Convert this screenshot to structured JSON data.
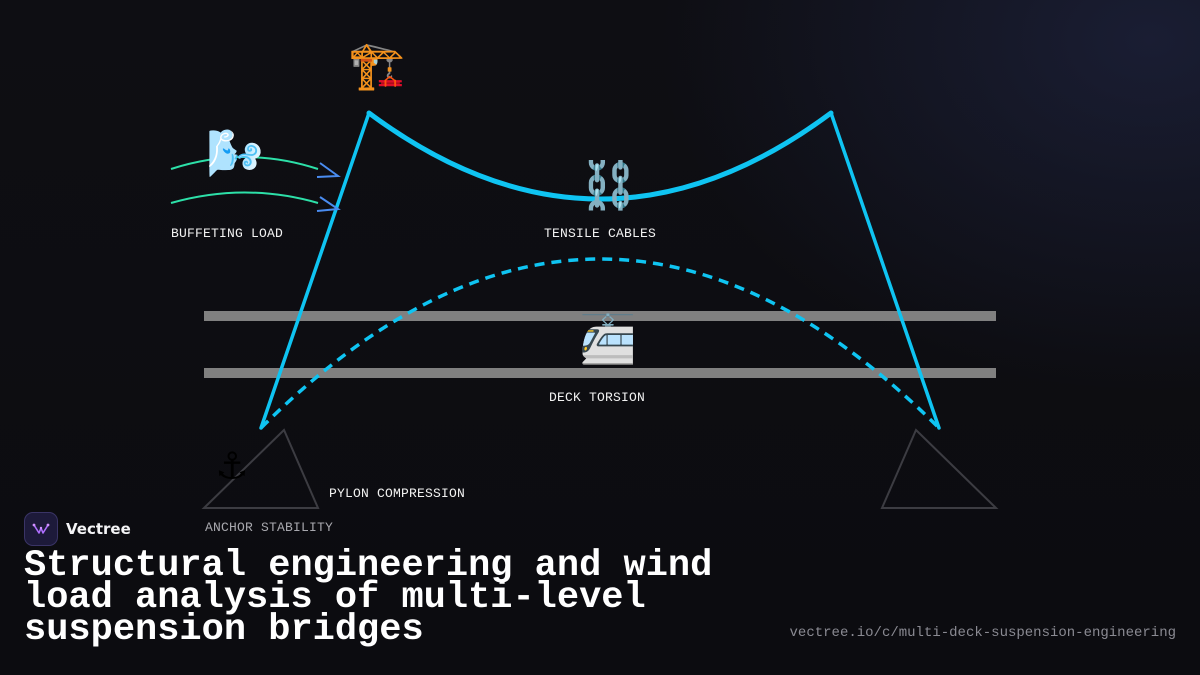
{
  "labels": {
    "buffeting_load": "BUFFETING LOAD",
    "tensile_cables": "TENSILE CABLES",
    "deck_torsion": "DECK TORSION",
    "pylon_compression": "PYLON COMPRESSION",
    "anchor_stability": "ANCHOR STABILITY"
  },
  "icons": {
    "crane": "🏗️",
    "wind": "🌬️",
    "chains": "⛓️",
    "tram": "🚈",
    "anchor": "⚓"
  },
  "brand": {
    "name": "Vectree"
  },
  "title": "Structural engineering and wind load analysis of multi-level suspension bridges",
  "url": "vectree.io/c/multi-deck-suspension-engineering",
  "colors": {
    "cable": "#0fc4f2",
    "deck": "#808080",
    "wind_line": "#2de0a8",
    "wind_arrow": "#4a8cf0",
    "anchor_outline": "#3c3c42",
    "background": "#0c0c10"
  }
}
